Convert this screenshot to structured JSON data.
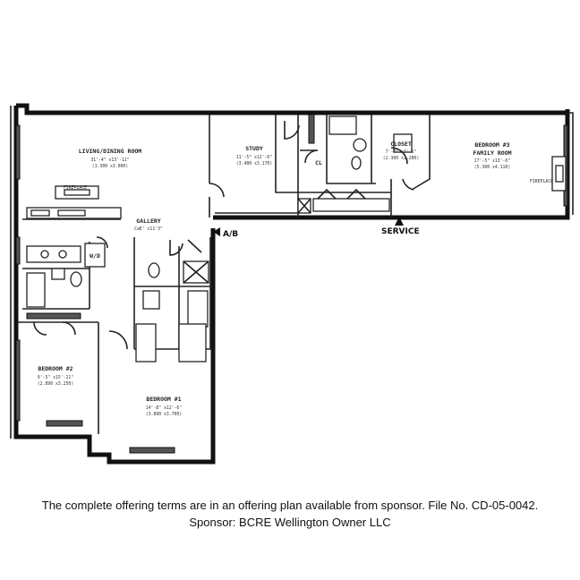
{
  "rooms": {
    "living": {
      "name": "LIVING/DINING ROOM",
      "dims": "31'-4\" x13'-11\"",
      "metric": "(1.300 x3.000)"
    },
    "study": {
      "name": "STUDY",
      "dims": "11'-5\" x12'-6\"",
      "metric": "(3.480 x3.170)"
    },
    "closet": {
      "name": "CLOSET",
      "dims": "7'-7\" x7'-6\"",
      "metric": "(2.300 x2.280)"
    },
    "bedroom3": {
      "name": "BEDROOM #3",
      "name2": "FAMILY ROOM",
      "dims": "17'-5\" x13'-6\"",
      "metric": "(5.300 x4.110)"
    },
    "bedroom2": {
      "name": "BEDROOM #2",
      "dims": "9'-5\" x15'-11\"",
      "metric": "(2.890 x3.250)"
    },
    "bedroom1": {
      "name": "BEDROOM #1",
      "dims": "14'-8\" x12'-6\"",
      "metric": "(3.890 x3.700)"
    },
    "gallery": {
      "name": "GALLERY",
      "dims": "CaE' x11'3\""
    }
  },
  "labels": {
    "fireplace": "FIREPLACE",
    "fireplace2": "FIREPLACE",
    "cl": "CL",
    "wd": "W/D",
    "ab": "A/B",
    "service": "SERVICE"
  },
  "disclaimer": {
    "line1": "The complete offering terms are in an offering plan available from sponsor. File No. CD-05-0042.",
    "line2": "Sponsor: BCRE Wellington Owner LLC"
  }
}
